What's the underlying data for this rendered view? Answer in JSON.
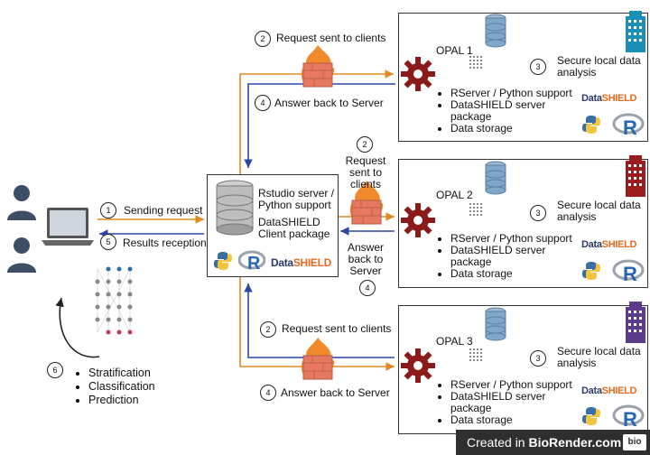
{
  "steps": {
    "request_label": "Request sent to clients",
    "request_label_mid": [
      "Request",
      "sent to",
      "clients"
    ],
    "answer_label": "Answer back to Server",
    "answer_label_mid": [
      "Answer",
      "back to",
      "Server"
    ],
    "sending_request": "Sending request",
    "results_reception": "Results reception",
    "n1": "1",
    "n2": "2",
    "n3": "3",
    "n4": "4",
    "n5": "5",
    "n6": "6"
  },
  "server": {
    "title_lines": [
      "Rstudio server /",
      "Python support",
      "DataSHIELD",
      "Client package"
    ]
  },
  "opal": [
    {
      "name": "OPAL 1",
      "analysis": [
        "Secure local data",
        "analysis"
      ],
      "bullets": [
        "RServer / Python support",
        "DataSHIELD server",
        "package",
        "Data storage"
      ],
      "building_color": "#1b8fb8"
    },
    {
      "name": "OPAL 2",
      "analysis": [
        "Secure local data",
        "analysis"
      ],
      "bullets": [
        "RServer / Python support",
        "DataSHIELD server",
        "package",
        "Data storage"
      ],
      "building_color": "#9b1c1c"
    },
    {
      "name": "OPAL 3",
      "analysis": [
        "Secure local data",
        "analysis"
      ],
      "bullets": [
        "RServer / Python support",
        "DataSHIELD server",
        "package",
        "Data storage"
      ],
      "building_color": "#5b3b8c"
    }
  ],
  "ml_outputs": [
    "Stratification",
    "Classification",
    "Prediction"
  ],
  "datashield_logo": {
    "prefix": "Data",
    "suffix": "SHIELD"
  },
  "badge": {
    "prefix": "Created in ",
    "brand": "BioRender.com",
    "mark": "bio"
  },
  "colors": {
    "request_arrow": "#e08a1e",
    "answer_arrow": "#2946a8",
    "gear": "#8b1a1a",
    "database": "#7fa7c9"
  }
}
